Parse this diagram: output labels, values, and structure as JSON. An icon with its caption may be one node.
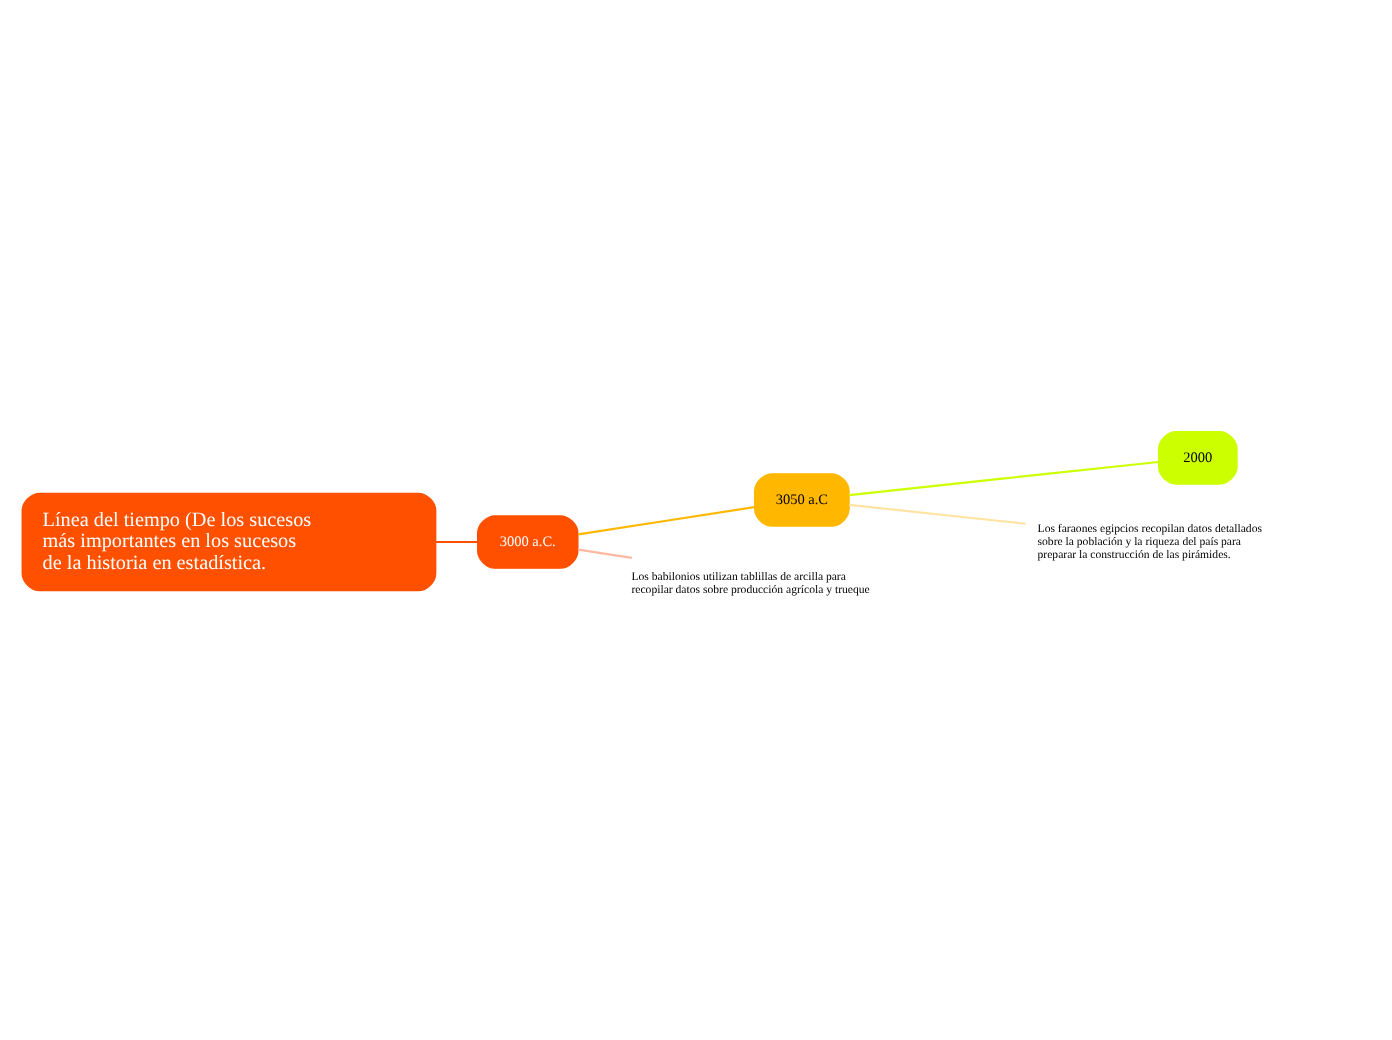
{
  "diagram": {
    "nodes": [
      {
        "text": [
          "Línea del tiempo (De los sucesos más importantes en los sucesos de la historia en estadística."
        ]
      },
      {
        "text": [
          "3000 a.C."
        ]
      },
      {
        "text": [
          "3050 a.C"
        ]
      },
      {
        "text": [
          "2000"
        ]
      },
      {
        "text": [
          "Los babilonios utilizan tablillas de arcilla para recopilar datos sobre producción agrícola y trueque"
        ]
      },
      {
        "text": [
          "Los faraones egipcios recopilan datos detallados sobre la población y la riqueza del país para preparar la construcción de las pirámides."
        ]
      }
    ],
    "edges": [
      {
        "from": 0,
        "to": 1,
        "arrow": "none",
        "color": "#ff5000"
      },
      {
        "from": 1,
        "to": 2,
        "arrow": "none",
        "color": "#ffb700"
      },
      {
        "from": 2,
        "to": 3,
        "arrow": "none",
        "color": "#ccff00"
      },
      {
        "from": 1,
        "to": 4,
        "arrow": "none",
        "color": "#ffb8a0"
      },
      {
        "from": 2,
        "to": 5,
        "arrow": "none",
        "color": "#ffe3a0"
      }
    ]
  }
}
